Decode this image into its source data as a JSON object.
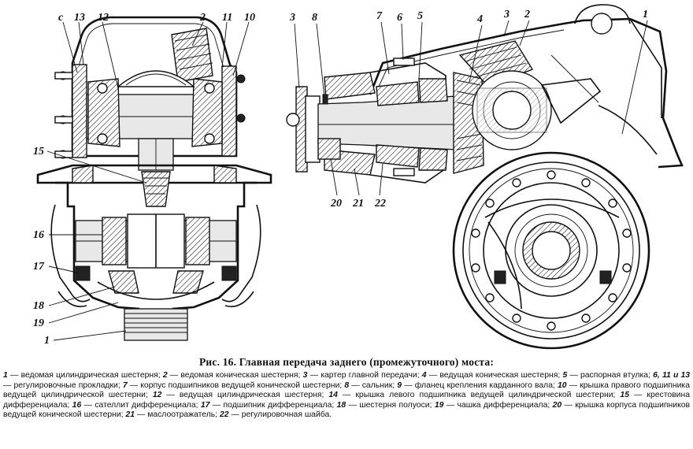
{
  "figure": {
    "title": "Рис. 16. Главная передача заднего (промежуточного) моста:",
    "legend": [
      {
        "num": "1",
        "text": "ведомая цилиндрическая шестерня;"
      },
      {
        "num": "2",
        "text": "ведомая коническая шестерня;"
      },
      {
        "num": "3",
        "text": "картер главной передачи;"
      },
      {
        "num": "4",
        "text": "ведущая коническая шестерня;"
      },
      {
        "num": "5",
        "text": "распорная втулка;"
      },
      {
        "num": "6, 11 и 13",
        "text": "регулировочные прокладки;"
      },
      {
        "num": "7",
        "text": "корпус подшипников ведущей конической шестерни;"
      },
      {
        "num": "8",
        "text": "сальник;"
      },
      {
        "num": "9",
        "text": "фланец крепления карданного вала;"
      },
      {
        "num": "10",
        "text": "крышка правого подшипника ведущей цилиндрической шестерни;"
      },
      {
        "num": "12",
        "text": "ведущая цилиндрическая шестерня;"
      },
      {
        "num": "14",
        "text": "крышка левого подшипника ведущей цилиндрической шестерни;"
      },
      {
        "num": "15",
        "text": "крестовина дифференциала;"
      },
      {
        "num": "16",
        "text": "сателлит дифференциала;"
      },
      {
        "num": "17",
        "text": "подшипник дифференциала;"
      },
      {
        "num": "18",
        "text": "шестерня полуоси;"
      },
      {
        "num": "19",
        "text": "чашка дифференциала;"
      },
      {
        "num": "20",
        "text": "крышка корпуса подшипников ведущей конической шестерни;"
      },
      {
        "num": "21",
        "text": "маслоотражатель;"
      },
      {
        "num": "22",
        "text": "регулировочная шайба."
      }
    ]
  },
  "callouts": {
    "left_13": "13",
    "left_12": "12",
    "left_2": "2",
    "left_11": "11",
    "left_10": "10",
    "left_c": "с",
    "left_15": "15",
    "left_16": "16",
    "left_17": "17",
    "left_18": "18",
    "left_19": "19",
    "left_1": "1",
    "right_3a": "3",
    "right_8": "8",
    "right_7": "7",
    "right_6": "6",
    "right_5": "5",
    "right_4": "4",
    "right_3b": "3",
    "right_2": "2",
    "right_1": "1",
    "right_20": "20",
    "right_21": "21",
    "right_22": "22"
  }
}
